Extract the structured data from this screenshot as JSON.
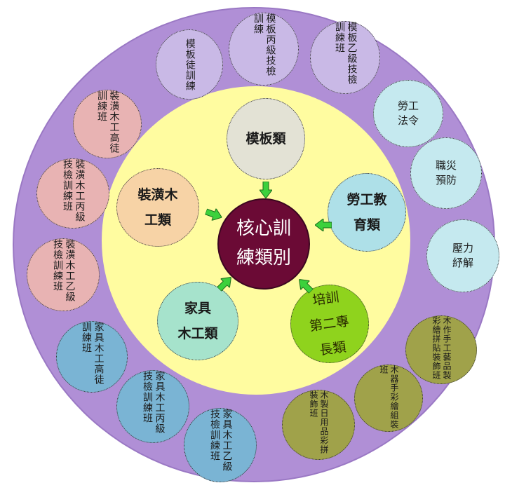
{
  "center": {
    "label": "核心訓\n練類別"
  },
  "categories": [
    {
      "key": "template",
      "label": "模板類",
      "color": "#e3e2d5"
    },
    {
      "key": "labor",
      "label": "勞工教\n育類",
      "color": "#aee0e8"
    },
    {
      "key": "second",
      "label": "培訓\n第二專\n長類",
      "color": "#8fd31d"
    },
    {
      "key": "furniture",
      "label": "家具\n木工類",
      "color": "#a6e3cc"
    },
    {
      "key": "decor",
      "label": "裝潢木\n工類",
      "color": "#f7d3a6"
    }
  ],
  "courses": {
    "template_apprentice": "模板徒訓練",
    "template_c": "模板丙級技檢訓練",
    "template_b": "模板乙級技檢訓練班",
    "labor_law": "勞工\n法令",
    "disaster": "職災\n預防",
    "stress": "壓力\n紓解",
    "craft_a": "木作手工藝品製彩繪拼貼裝飾班",
    "craft_b": "木器手彩繪組裝班",
    "craft_c": "木製日用品彩拼裝飾班",
    "furniture_c": "家具木工丙級技檢訓練班",
    "furniture_b": "家具木工乙級技檢訓練班",
    "furniture_app": "家具木工高徒訓練班",
    "decor_b": "裝潢木工乙級技檢訓練班",
    "decor_c": "裝潢木工丙級技檢訓練班",
    "decor_app": "裝潢木工高徒訓練班"
  },
  "colors": {
    "outer_ring": "#b08fd6",
    "inner_ring": "#fffca0",
    "center": "#6b0a35",
    "template_courses": "#c9b9e6",
    "labor_courses": "#c5e9ef",
    "craft_courses": "#a0a24a",
    "furniture_courses": "#7ab4d4",
    "decor_courses": "#e8b3b3",
    "arrow": "#3cd13c"
  }
}
